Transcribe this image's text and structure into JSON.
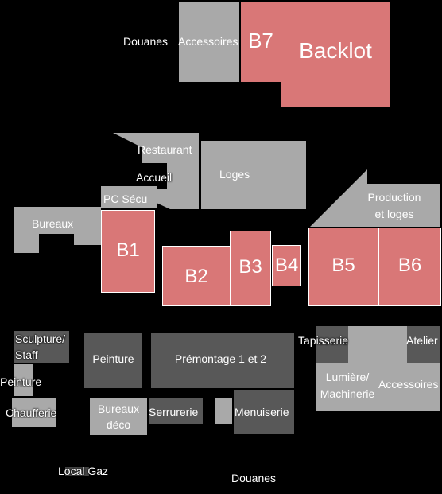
{
  "colors": {
    "background": "#000000",
    "stage": "#d97777",
    "light_building": "#a9a9a9",
    "dark_building": "#585858",
    "label": "#ffffff"
  },
  "buildings": {
    "douanes_top": "Douanes",
    "accessoires_top": "Accessoires",
    "b7": "B7",
    "backlot": "Backlot",
    "restaurant": "Restaurant",
    "accueil": "Accueil",
    "loges": "Loges",
    "pc_secu": "PC Sécu",
    "bureaux": "Bureaux",
    "b1": "B1",
    "b2": "B2",
    "b3": "B3",
    "b4": "B4",
    "b5": "B5",
    "b6": "B6",
    "production_line1": "Production",
    "production_line2": "et loges",
    "sculpture_line1": "Sculpture/",
    "sculpture_line2": "Staff",
    "peinture_left": "Peinture",
    "chaufferie": "Chaufferie",
    "peinture": "Peinture",
    "premontage": "Prémontage 1 et 2",
    "bureaux_deco_line1": "Bureaux",
    "bureaux_deco_line2": "déco",
    "serrurerie": "Serrurerie",
    "menuiserie": "Menuiserie",
    "tapisserie": "Tapisserie",
    "atelier": "Atelier",
    "lumiere_line1": "Lumière/",
    "lumiere_line2": "Machinerie",
    "accessoires_right": "Accessoires",
    "local_gaz": "Local Gaz",
    "douanes_bottom": "Douanes"
  }
}
